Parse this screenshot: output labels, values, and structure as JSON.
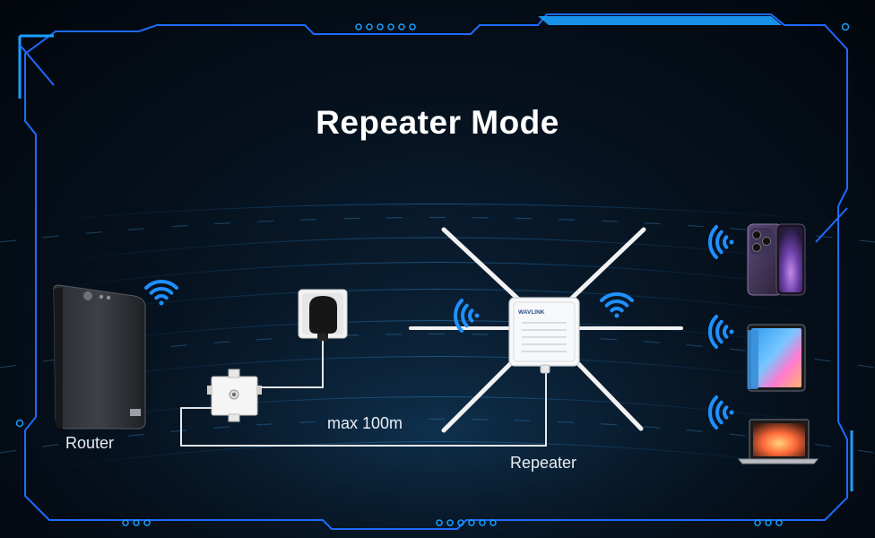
{
  "title": "Repeater Mode",
  "labels": {
    "router": "Router",
    "distance": "max 100m",
    "repeater": "Repeater"
  },
  "repeater_brand": "WAVLINK",
  "icons": {
    "router": "router-icon",
    "power_adapter": "power-adapter-icon",
    "poe_injector": "poe-injector-icon",
    "repeater": "outdoor-repeater-icon",
    "wifi": "wifi-signal-icon",
    "phone": "smartphone-icon",
    "tablet": "tablet-icon",
    "laptop": "laptop-icon"
  },
  "colors": {
    "background": "#02070f",
    "frame": "#1e6bff",
    "frame_accent": "#1aa0ff",
    "wifi": "#1e90ff",
    "cable": "#ffffff",
    "text": "#ffffff"
  }
}
